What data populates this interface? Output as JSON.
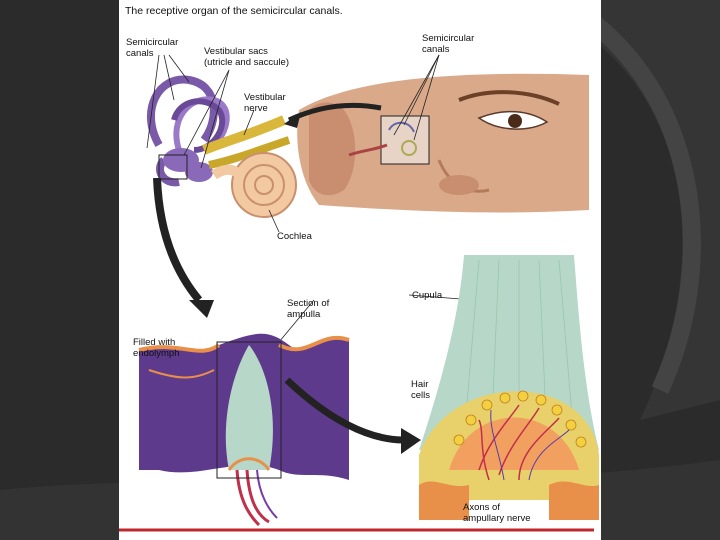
{
  "title": "The receptive organ of the semicircular canals.",
  "labels": {
    "semicircular_canals_left": "Semicircular\ncanals",
    "vestibular_sacs": "Vestibular sacs\n(utricle and saccule)",
    "vestibular_nerve": "Vestibular\nnerve",
    "semicircular_canals_right": "Semicircular\ncanals",
    "cochlea": "Cochlea",
    "section_of_ampulla": "Section of\nampulla",
    "filled_with_endolymph": "Filled with\nendolymph",
    "cupula": "Cupula",
    "hair_cells": "Hair\ncells",
    "axons": "Axons of\nampullary nerve"
  },
  "colors": {
    "slide_background": "#2b2b2b",
    "canal_purple": "#7a5aa8",
    "nerve_yellow": "#d9b73a",
    "cochlea_peach": "#f2c9a0",
    "cupula_green": "#b7d8c8",
    "endolymph_purple": "#5e3a8c",
    "axon_red": "#c0304a",
    "bottom_rule": "#c0282e"
  }
}
